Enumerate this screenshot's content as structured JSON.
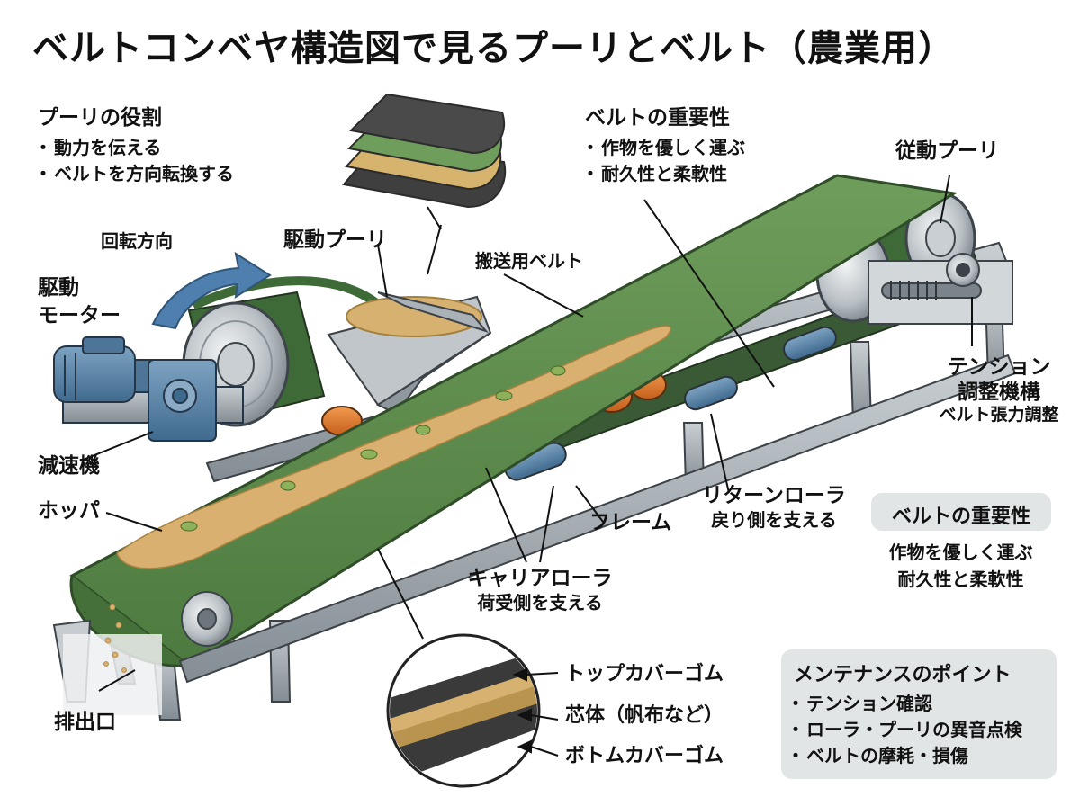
{
  "title": "ベルトコンベヤ構造図で見るプーリとベルト（農業用）",
  "pulley_role": {
    "heading": "プーリの役割",
    "items": [
      "動力を伝える",
      "ベルトを方向転換する"
    ]
  },
  "belt_importance_top": {
    "heading": "ベルトの重要性",
    "items": [
      "作物を優しく運ぶ",
      "耐久性と柔軟性"
    ]
  },
  "labels": {
    "driven_pulley": "従動プーリ",
    "rotation_direction": "回転方向",
    "drive_pulley": "駆動プーリ",
    "conveyor_belt": "搬送用ベルト",
    "drive_motor_line1": "駆動",
    "drive_motor_line2": "モーター",
    "reducer": "減速機",
    "hopper": "ホッパ",
    "tension_line1": "テンション",
    "tension_line2": "調整機構",
    "tension_sub": "ベルト張力調整",
    "return_roller": "リターンローラ",
    "return_roller_sub": "戻り側を支える",
    "frame": "フレーム",
    "carrier_roller": "キャリアローラ",
    "carrier_roller_sub": "荷受側を支える",
    "discharge": "排出口"
  },
  "belt_importance_box": {
    "heading": "ベルトの重要性",
    "items": [
      "作物を優しく運ぶ",
      "耐久性と柔軟性"
    ]
  },
  "layers": {
    "top_cover": "トップカバーゴム",
    "core": "芯体（帆布など）",
    "bottom_cover": "ボトムカバーゴム"
  },
  "maintenance": {
    "heading": "メンテナンスのポイント",
    "items": [
      "テンション確認",
      "ローラ・プーリの異音点検",
      "ベルトの摩耗・損傷"
    ]
  },
  "colors": {
    "belt_green": "#5f8f4e",
    "frame_gray": "#9aa3aa",
    "motor_blue": "#5d86a8",
    "roller_orange": "#e07a2e",
    "grain": "#d9b070",
    "arrow_blue": "#4f7fae"
  }
}
